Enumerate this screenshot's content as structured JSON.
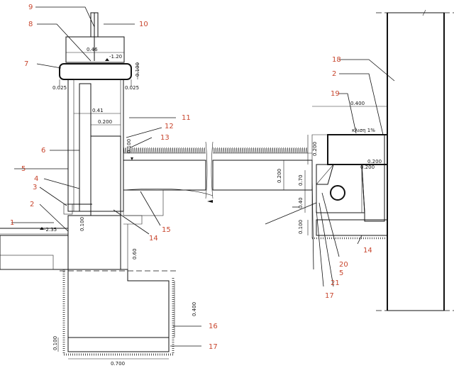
{
  "colors": {
    "callout": "#c8462e",
    "line": "#111111",
    "concrete": "#f2f2f2",
    "paper": "#ffffff"
  },
  "callouts": {
    "c1": "1",
    "c2a": "2",
    "c2b": "2",
    "c3": "3",
    "c4": "4",
    "c5a": "5",
    "c5b": "5",
    "c6": "6",
    "c7": "7",
    "c8": "8",
    "c9": "9",
    "c10": "10",
    "c11": "11",
    "c12": "12",
    "c13": "13",
    "c14a": "14",
    "c14b": "14",
    "c15": "15",
    "c16": "16",
    "c17a": "17",
    "c17b": "17",
    "c18": "18",
    "c19": "19",
    "c20": "20",
    "c21": "21"
  },
  "dimensions": {
    "d_046": "0.46",
    "d_120": "-1.20",
    "d_0100_top": "0.100",
    "d_0025_l": "0.025",
    "d_0025_r": "0.025",
    "d_041": "0.41",
    "d_0200_top": "0.200",
    "d_0100_mid": "0.100",
    "d_0100_low": "0.100",
    "d_060": "0.60",
    "d_0400_found": "0.400",
    "d_0100_found": "0.100",
    "d_0700": "0.700",
    "d_0200_mid": "0.200",
    "d_0400_right": "0.400",
    "d_0200_right": "0.200",
    "d_slope": "κλιση 1%",
    "d_0200_edge": "0.200",
    "d_040_v": "0.40",
    "d_070": "0.70",
    "d_0100_right": "0.100",
    "d_level": "-2.35",
    "d_0200_chan": "0.200"
  }
}
